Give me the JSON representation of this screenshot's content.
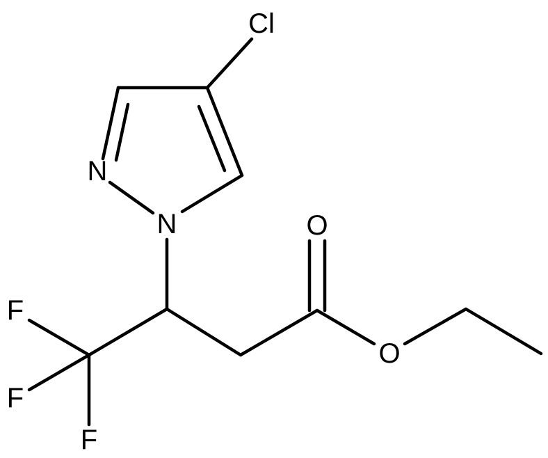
{
  "molecule": {
    "atoms": {
      "cl": "Cl",
      "n2": "N",
      "n1": "N",
      "o_carbonyl": "O",
      "o_ester": "O",
      "f1": "F",
      "f2": "F",
      "f3": "F"
    }
  },
  "colors": {
    "bond": "#000000",
    "label": "#000000",
    "background": "#ffffff"
  }
}
